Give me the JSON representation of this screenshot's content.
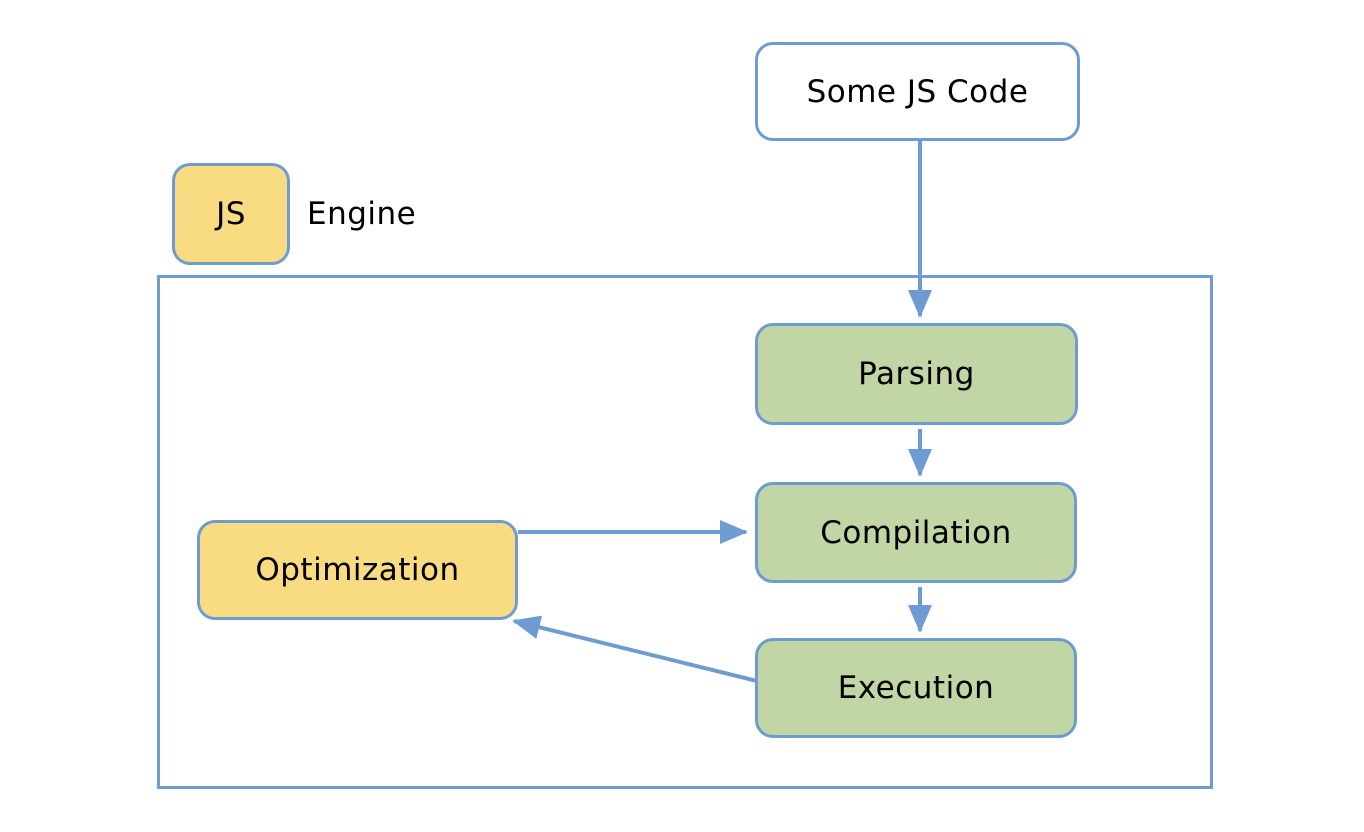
{
  "diagram": {
    "source_box": {
      "label": "Some JS Code"
    },
    "engine": {
      "badge": "JS",
      "label": "Engine"
    },
    "stages": [
      {
        "id": "parsing",
        "label": "Parsing"
      },
      {
        "id": "compilation",
        "label": "Compilation"
      },
      {
        "id": "execution",
        "label": "Execution"
      },
      {
        "id": "optimization",
        "label": "Optimization"
      }
    ],
    "edges": [
      {
        "from": "some-js-code",
        "to": "parsing"
      },
      {
        "from": "parsing",
        "to": "compilation"
      },
      {
        "from": "compilation",
        "to": "execution"
      },
      {
        "from": "optimization",
        "to": "compilation"
      },
      {
        "from": "execution",
        "to": "optimization"
      }
    ],
    "colors": {
      "stroke": "#6E9CD2",
      "yellow": "#F9DC82",
      "green": "#C2D5A4",
      "white": "#FFFFFF",
      "text": "#000000"
    }
  }
}
